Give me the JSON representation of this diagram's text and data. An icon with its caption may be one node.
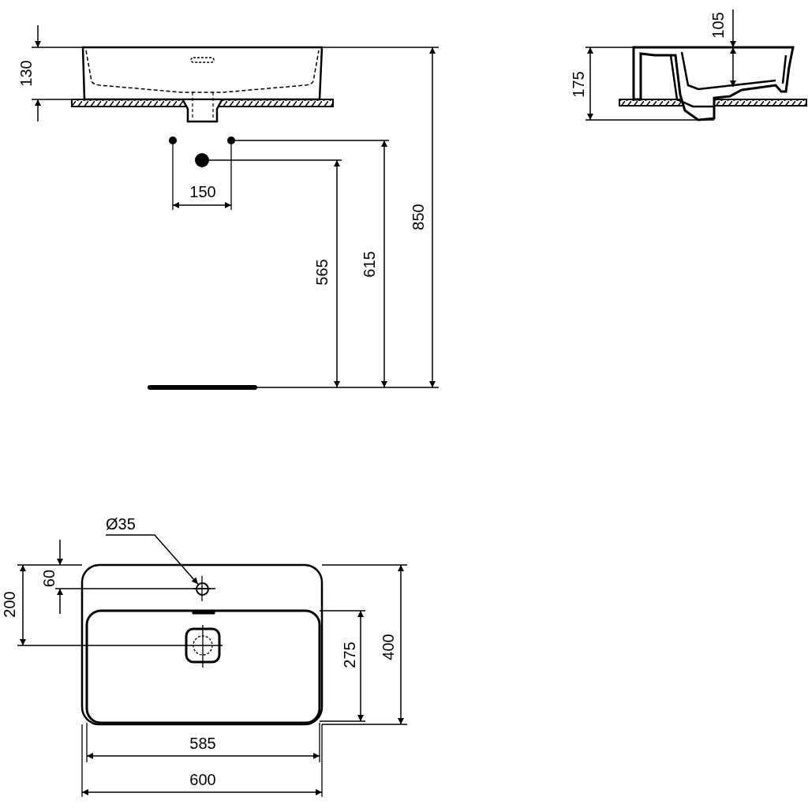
{
  "diagram": {
    "nodes": [
      {
        "text": [
          "Ø35"
        ]
      },
      {
        "text": [],
        "shape": "circle"
      }
    ],
    "edges": [
      {
        "from": 0,
        "to": 1,
        "arrow": "to"
      }
    ],
    "labels": [
      "130",
      "105",
      "175",
      "150",
      "565",
      "615",
      "850",
      "60",
      "200",
      "275",
      "400",
      "585",
      "600"
    ]
  }
}
